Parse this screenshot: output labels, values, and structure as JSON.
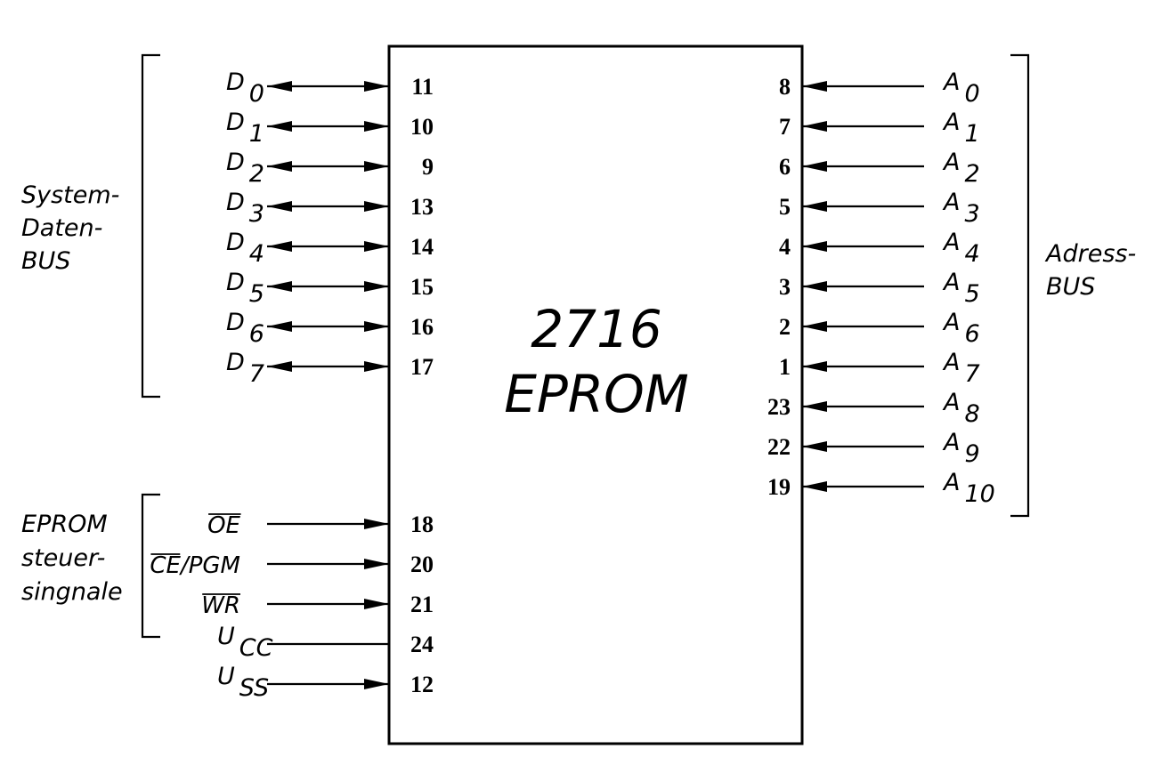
{
  "chip": {
    "line1": "2716",
    "line2": "EPROM"
  },
  "data_bus": {
    "label": [
      "System-",
      "Daten-",
      "BUS"
    ],
    "pins": [
      {
        "name": "D",
        "sub": "0",
        "pin": "11"
      },
      {
        "name": "D",
        "sub": "1",
        "pin": "10"
      },
      {
        "name": "D",
        "sub": "2",
        "pin": "9"
      },
      {
        "name": "D",
        "sub": "3",
        "pin": "13"
      },
      {
        "name": "D",
        "sub": "4",
        "pin": "14"
      },
      {
        "name": "D",
        "sub": "5",
        "pin": "15"
      },
      {
        "name": "D",
        "sub": "6",
        "pin": "16"
      },
      {
        "name": "D",
        "sub": "7",
        "pin": "17"
      }
    ]
  },
  "control": {
    "label": [
      "EPROM",
      "steuer-",
      "singnale"
    ],
    "pins": [
      {
        "name": "OE",
        "overline": "OE",
        "pin": "18"
      },
      {
        "name": "CE/PGM",
        "overline": "CE",
        "pin": "20"
      },
      {
        "name": "WR",
        "overline": "WR",
        "pin": "21"
      }
    ]
  },
  "power": {
    "pins": [
      {
        "name": "U",
        "sub": "CC",
        "pin": "24",
        "arrow": false
      },
      {
        "name": "U",
        "sub": "SS",
        "pin": "12",
        "arrow": true
      }
    ]
  },
  "address_bus": {
    "label": [
      "Adress-",
      "BUS"
    ],
    "pins": [
      {
        "name": "A",
        "sub": "0",
        "pin": "8"
      },
      {
        "name": "A",
        "sub": "1",
        "pin": "7"
      },
      {
        "name": "A",
        "sub": "2",
        "pin": "6"
      },
      {
        "name": "A",
        "sub": "3",
        "pin": "5"
      },
      {
        "name": "A",
        "sub": "4",
        "pin": "4"
      },
      {
        "name": "A",
        "sub": "5",
        "pin": "3"
      },
      {
        "name": "A",
        "sub": "6",
        "pin": "2"
      },
      {
        "name": "A",
        "sub": "7",
        "pin": "1"
      },
      {
        "name": "A",
        "sub": "8",
        "pin": "23"
      },
      {
        "name": "A",
        "sub": "9",
        "pin": "22"
      },
      {
        "name": "A",
        "sub": "10",
        "pin": "19"
      }
    ]
  }
}
